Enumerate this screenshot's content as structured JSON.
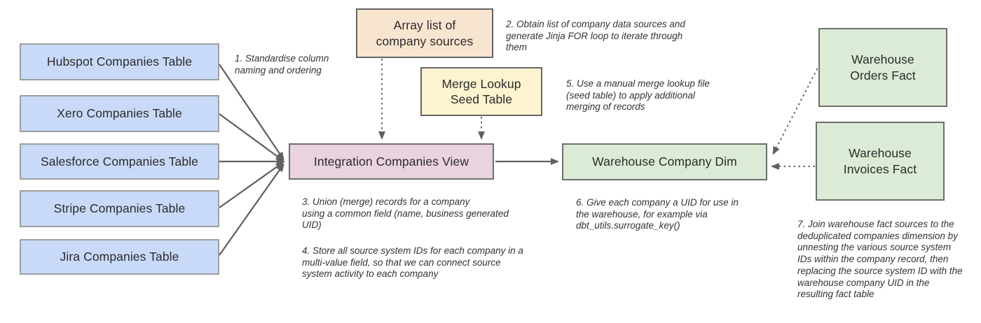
{
  "diagram": {
    "arrow_color": "#616161",
    "nodes": [
      {
        "id": "hubspot-companies-table",
        "label": "Hubspot Companies Table",
        "fill": "#c9daf8",
        "border": "#9e9e9e"
      },
      {
        "id": "xero-companies-table",
        "label": "Xero Companies Table",
        "fill": "#c9daf8",
        "border": "#9e9e9e"
      },
      {
        "id": "salesforce-companies-table",
        "label": "Salesforce Companies Table",
        "fill": "#c9daf8",
        "border": "#9e9e9e"
      },
      {
        "id": "stripe-companies-table",
        "label": "Stripe Companies Table",
        "fill": "#c9daf8",
        "border": "#9e9e9e"
      },
      {
        "id": "jira-companies-table",
        "label": "Jira Companies Table",
        "fill": "#c9daf8",
        "border": "#9e9e9e"
      },
      {
        "id": "array-list-of-company-sources",
        "label": "Array list of\ncompany sources",
        "fill": "#f8e5d0",
        "border": "#666666"
      },
      {
        "id": "merge-lookup-seed-table",
        "label": "Merge Lookup\nSeed Table",
        "fill": "#fdf3d0",
        "border": "#666666"
      },
      {
        "id": "integration-companies-view",
        "label": "Integration Companies View",
        "fill": "#e9d3de",
        "border": "#6e6e6e"
      },
      {
        "id": "warehouse-company-dim",
        "label": "Warehouse Company Dim",
        "fill": "#dcebd5",
        "border": "#6e6e6e"
      },
      {
        "id": "warehouse-orders-fact",
        "label": "Warehouse\nOrders Fact",
        "fill": "#dcebd5",
        "border": "#6e6e6e"
      },
      {
        "id": "warehouse-invoices-fact",
        "label": "Warehouse\nInvoices Fact",
        "fill": "#dcebd5",
        "border": "#6e6e6e"
      }
    ],
    "annotations": [
      {
        "id": "note-1",
        "text": "1. Standardise column\nnaming and ordering"
      },
      {
        "id": "note-2",
        "text": "2. Obtain list of company data sources and\ngenerate Jinja FOR loop to iterate through\nthem"
      },
      {
        "id": "note-3",
        "text": "3. Union (merge) records for a company\nusing a common field (name, business generated\nUID)"
      },
      {
        "id": "note-4",
        "text": "4. Store all source system IDs for each company in a\nmulti-value field, so that we can connect source\nsystem activity to each company"
      },
      {
        "id": "note-5",
        "text": "5. Use a manual merge lookup file\n(seed table) to apply additional\nmerging of records"
      },
      {
        "id": "note-6",
        "text": "6. Give each company a UID for use in\nthe warehouse, for example via\ndbt_utils.surrogate_key()"
      },
      {
        "id": "note-7",
        "text": "7. Join warehouse fact sources to the\ndeduplicated companies dimension by\nunnesting the various source system\nIDs within the company record, then\nreplacing the source system ID with the\nwarehouse company UID in the\nresulting fact table"
      }
    ]
  }
}
